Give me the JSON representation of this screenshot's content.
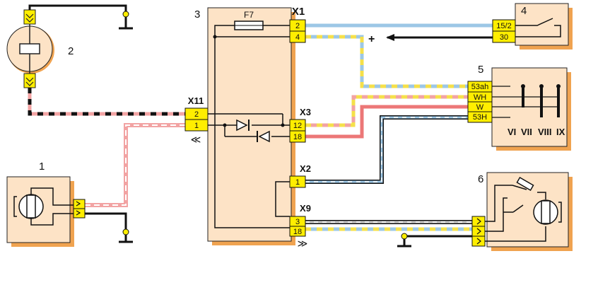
{
  "component_labels": {
    "c1": "1",
    "c2": "2",
    "c3": "3",
    "c4": "4",
    "c5": "5",
    "c6": "6"
  },
  "fuse_label": "F7",
  "plus_sign": "+",
  "connectors": {
    "x1": {
      "label": "X1",
      "pins": [
        "2",
        "4"
      ]
    },
    "x11": {
      "label": "X11",
      "pins": [
        "2",
        "1"
      ]
    },
    "x3": {
      "label": "X3",
      "pins": [
        "12",
        "18"
      ]
    },
    "x2": {
      "label": "X2",
      "pins": [
        "1"
      ]
    },
    "x9": {
      "label": "X9",
      "pins": [
        "3",
        "18"
      ]
    },
    "c4": {
      "pins": [
        "15/2",
        "30"
      ]
    },
    "c5": {
      "pins": [
        "53ah",
        "WH",
        "W",
        "53H"
      ]
    }
  },
  "switch_positions": [
    "VI",
    "VII",
    "VIII",
    "IX"
  ],
  "colors": {
    "block_fill": "#fde3c6",
    "block_shadow": "#f0a350",
    "connector_fill": "#ffee00",
    "wire_blue": "#9cc7e6",
    "wire_yellow": "#f5e04a",
    "wire_pink": "#f2a3a3",
    "wire_red": "#ec7777",
    "wire_black": "#111111",
    "wire_gray": "#c9c9c9"
  }
}
